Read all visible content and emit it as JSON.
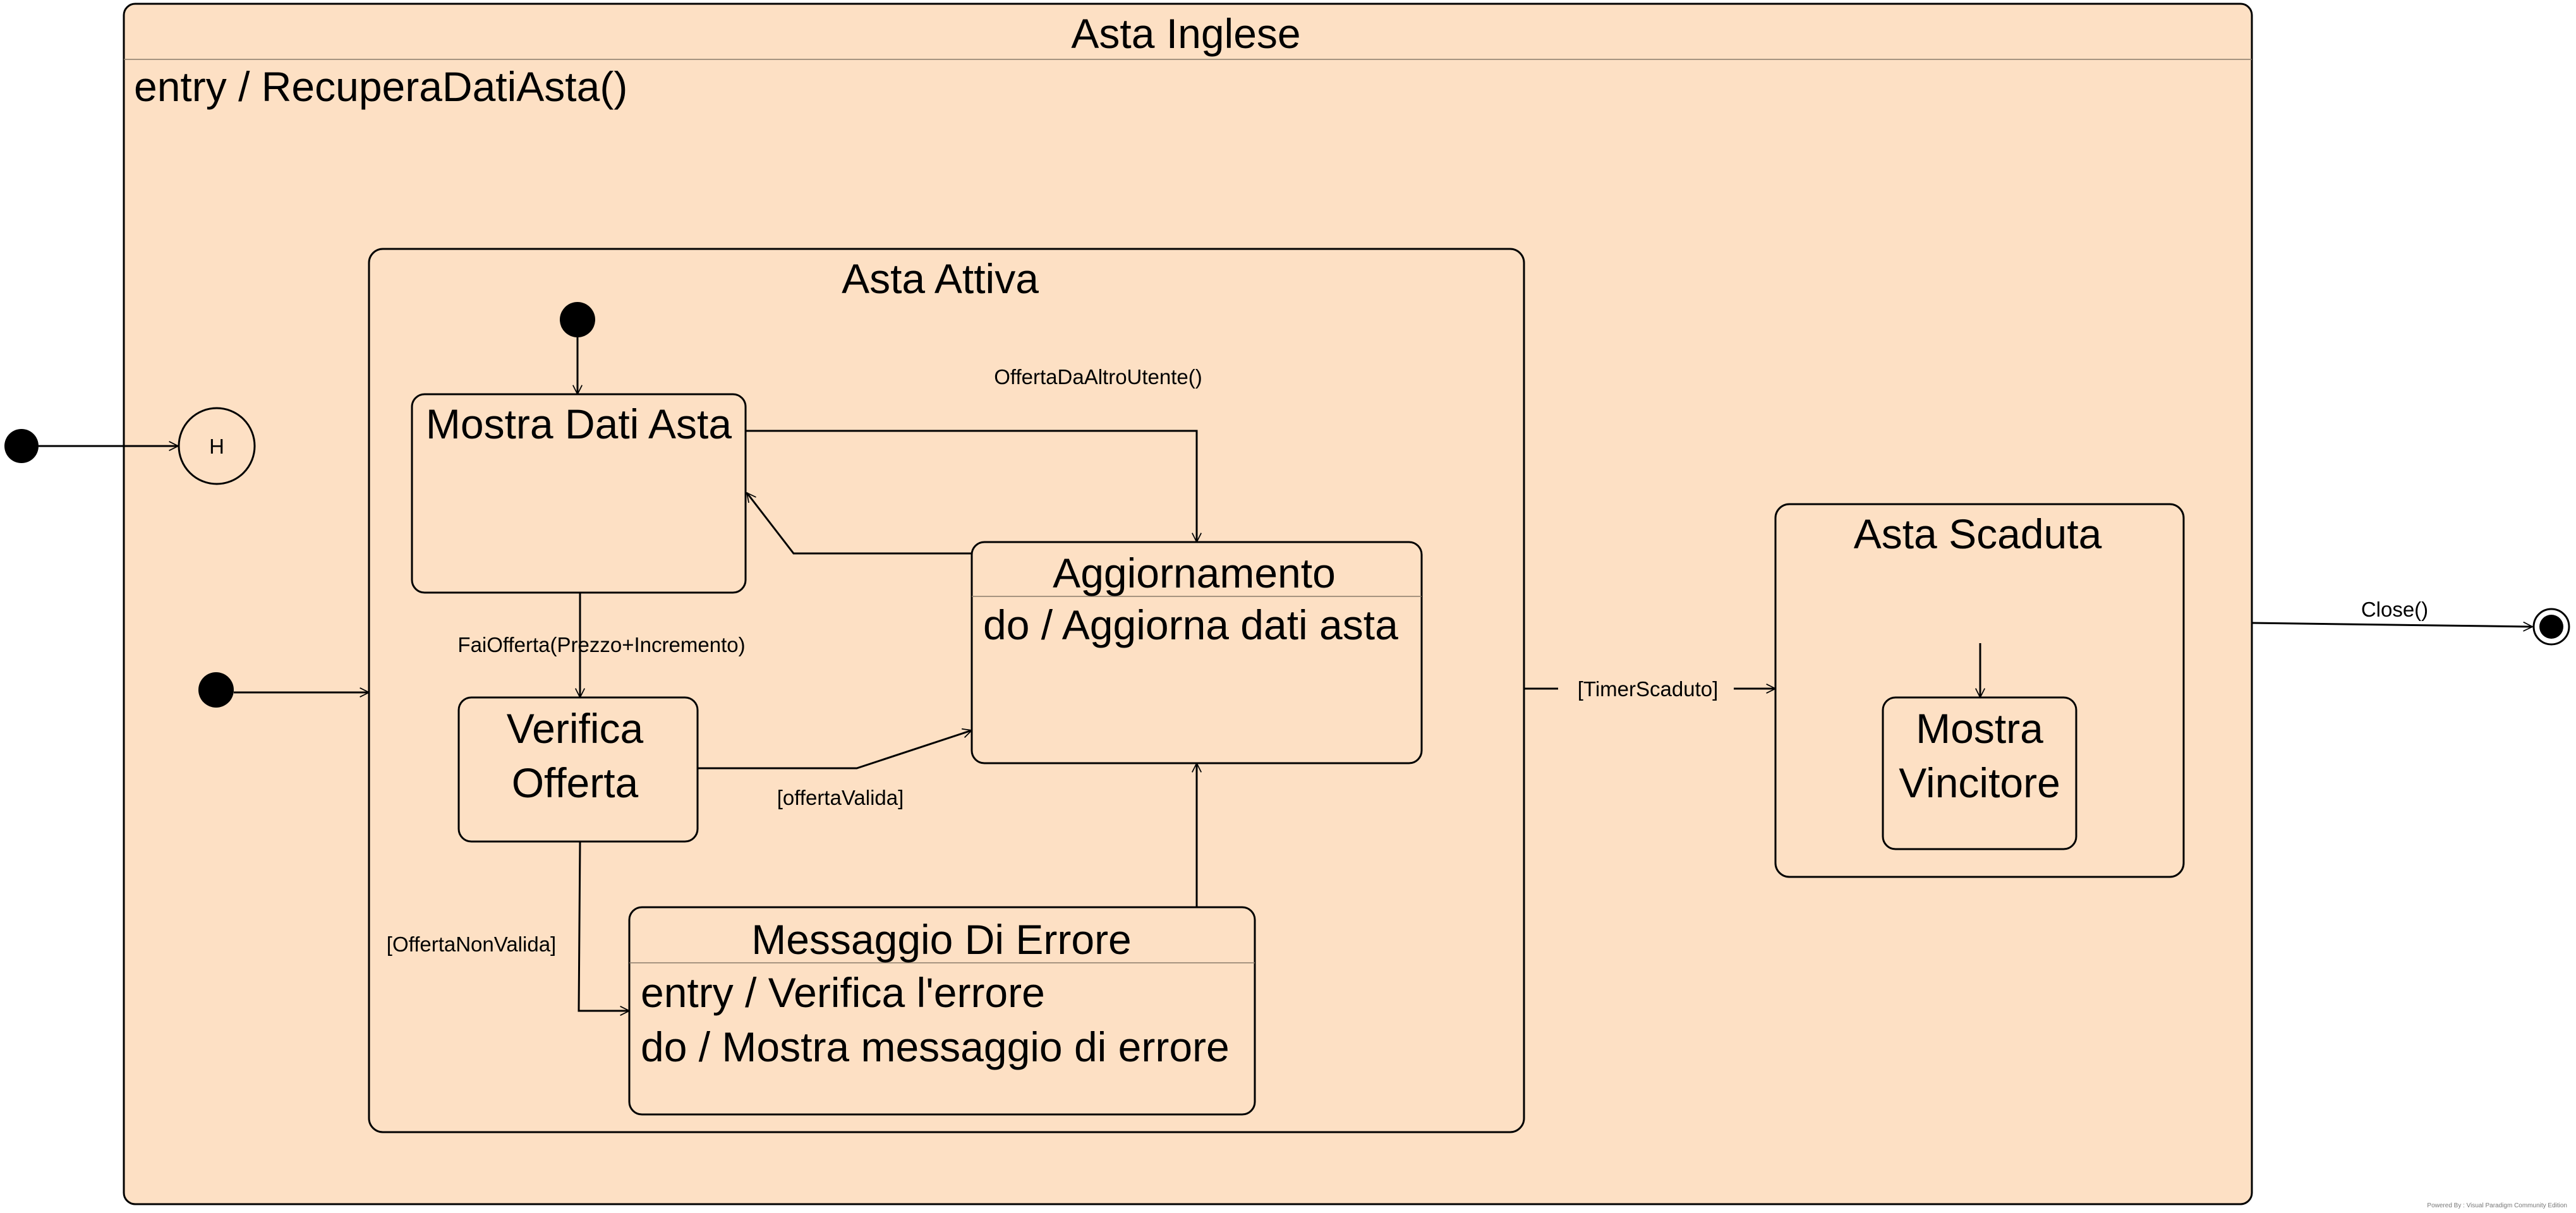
{
  "diagram": {
    "composite": {
      "title": "Asta Inglese",
      "entry_action": "entry / RecuperaDatiAsta()"
    },
    "history_label": "H",
    "active_state": {
      "title": "Asta Attiva"
    },
    "states": {
      "mostra_dati": {
        "title": "Mostra Dati Asta"
      },
      "verifica": {
        "line1": "Verifica",
        "line2": "Offerta"
      },
      "aggiornamento": {
        "title": "Aggiornamento",
        "do_action": "do / Aggiorna dati asta"
      },
      "errore": {
        "title": "Messaggio Di Errore",
        "entry_action": "entry / Verifica l'errore",
        "do_action": "do / Mostra messaggio di errore"
      },
      "scaduta": {
        "title": "Asta Scaduta"
      },
      "vincitore": {
        "line1": "Mostra",
        "line2": "Vincitore"
      }
    },
    "transitions": {
      "offerta_altro": "OffertaDaAltroUtente()",
      "fai_offerta": "FaiOfferta(Prezzo+Incremento)",
      "offerta_valida": "[offertaValida]",
      "offerta_non_valida": "[OffertaNonValida]",
      "timer_scaduto": "[TimerScaduto]",
      "close": "Close()"
    },
    "footer": "Powered By : Visual Paradigm Community Edition"
  }
}
